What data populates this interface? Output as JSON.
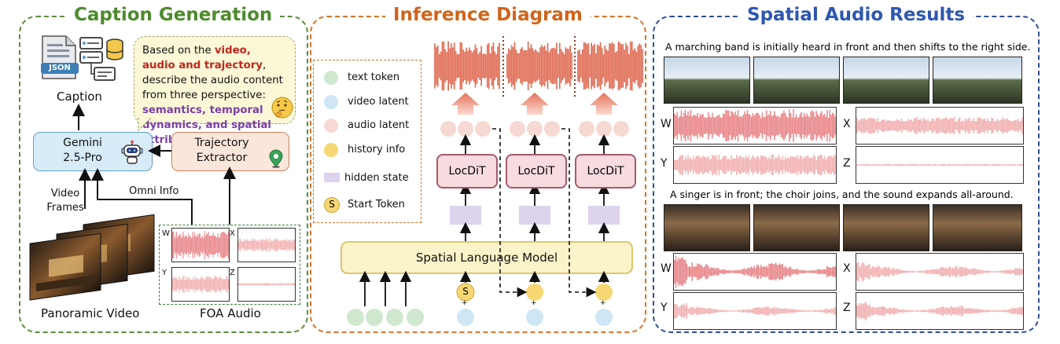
{
  "panels": {
    "caption": {
      "title": "Caption Generation",
      "json_label": "JSON",
      "caption_label": "Caption",
      "gemini_label": "Gemini\n2.5-Pro",
      "trajectory_label": "Trajectory\nExtractor",
      "video_frames_label": "Video\nFrames",
      "omni_info_label": "Omni Info",
      "panoramic_video_label": "Panoramic Video",
      "foa_audio_label": "FOA Audio",
      "channel_labels": [
        "W",
        "X",
        "Y",
        "Z"
      ],
      "prompt": {
        "p1": "Based on the ",
        "p2": "video, audio and trajectory",
        "p3": ", describe the audio content from three perspective: ",
        "p4": "semantics, temporal dynamics, and spatial attributes",
        "p5": "."
      }
    },
    "inference": {
      "title": "Inference Diagram",
      "legend": [
        {
          "label": "text token",
          "color": "#cfe8cf"
        },
        {
          "label": "video latent",
          "color": "#cfe6f5"
        },
        {
          "label": "audio latent",
          "color": "#f6d9d3"
        },
        {
          "label": "history info",
          "color": "#f7d774"
        },
        {
          "label": "hidden state",
          "color": "#ddd3ec"
        },
        {
          "label": "Start Token",
          "color": "#f7d774",
          "symbol": "S"
        }
      ],
      "locdit_labels": [
        "LocDiT",
        "LocDiT",
        "LocDiT"
      ],
      "slm_label": "Spatial Language Model",
      "start_symbol": "S",
      "plus_symbol": "+"
    },
    "results": {
      "title": "Spatial Audio Results",
      "example1_caption": "A marching band is initially heard in front and then shifts to the right side.",
      "example2_caption": "A singer is in front; the choir joins, and the sound expands all-around.",
      "channel_labels": [
        "W",
        "X",
        "Y",
        "Z"
      ]
    }
  },
  "colors": {
    "caption_border": "#5a8f3c",
    "caption_title": "#4e8a2d",
    "inference_border": "#d9732a",
    "inference_title": "#d0641c",
    "results_border": "#2f4f9e",
    "results_title": "#2e57b0",
    "waveform": "#e9898c",
    "waveform_light": "#f2b3b4",
    "highlight_red": "#c0271c",
    "highlight_purple": "#7b3fa6"
  }
}
